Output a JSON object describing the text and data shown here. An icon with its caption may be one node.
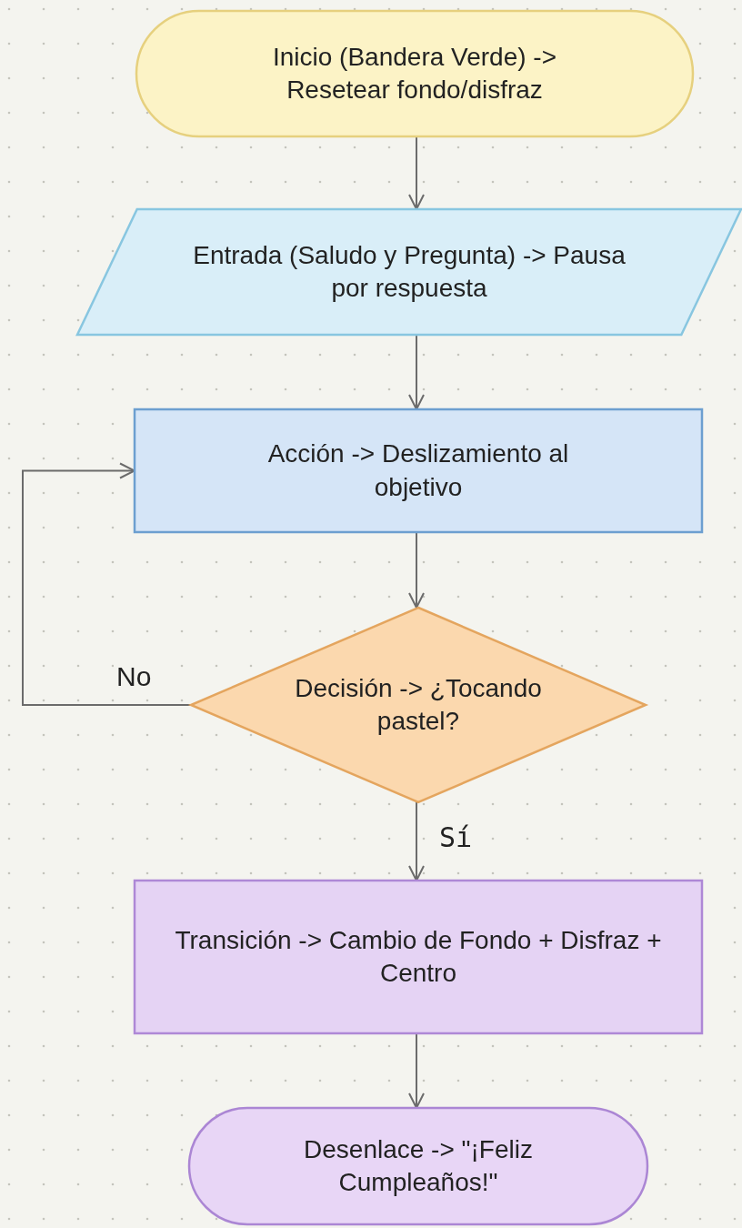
{
  "diagram": {
    "nodes": [
      {
        "text": [
          "Inicio (Bandera Verde) -> Resetear fondo/disfraz"
        ]
      },
      {
        "text": [
          "Entrada (Saludo y Pregunta) -> Pausa por respuesta"
        ]
      },
      {
        "text": [
          "Acción -> Deslizamiento al objetivo"
        ]
      },
      {
        "text": [
          "Decisión -> ¿Tocando pastel?"
        ]
      },
      {
        "text": [
          "Transición -> Cambio de Fondo + Disfraz + Centro"
        ]
      },
      {
        "text": [
          "Desenlace -> \"¡Feliz Cumpleaños!\""
        ]
      }
    ],
    "edges": [
      {
        "from": 0,
        "to": 1,
        "arrow": "to"
      },
      {
        "from": 1,
        "to": 2,
        "arrow": "to"
      },
      {
        "from": 2,
        "to": 3,
        "arrow": "to"
      },
      {
        "from": 3,
        "to": 2,
        "arrow": "to",
        "label": "No"
      },
      {
        "from": 3,
        "to": 4,
        "arrow": "to",
        "label": "Sí"
      },
      {
        "from": 4,
        "to": 5,
        "arrow": "to"
      }
    ]
  }
}
